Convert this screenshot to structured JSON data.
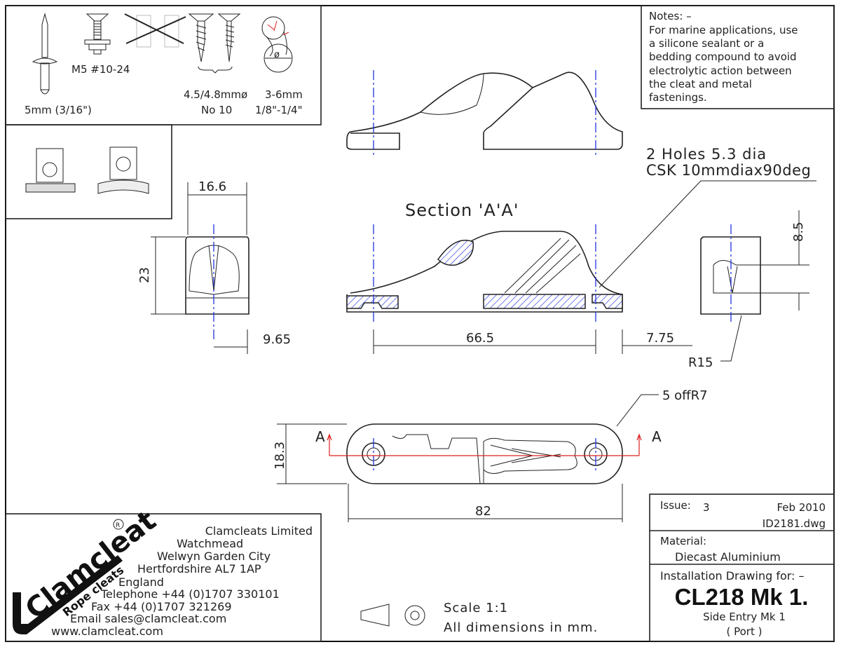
{
  "fasteners": {
    "rivet": "5mm (3/16\")",
    "machine_screw": "M5 #10-24",
    "self_tapping_line1": "4.5/4.8mmø",
    "self_tapping_line2": "No 10",
    "rope_line1": "3-6mm",
    "rope_line2": "1/8\"-1/4\"",
    "diameter_symbol": "ø"
  },
  "notes": {
    "title": "Notes: –",
    "lines": [
      "For marine applications, use",
      "a silicone sealant or a",
      "bedding compound to avoid",
      "electrolytic action between",
      "the cleat and metal",
      "fastenings."
    ]
  },
  "dimensions": {
    "width_end": "16.6",
    "height_end": "23",
    "offset_left": "9.65",
    "hole_spacing": "66.5",
    "offset_right": "7.75",
    "radius": "R15",
    "top_height": "8.5",
    "holes_line1": "2 Holes 5.3 dia",
    "holes_line2": "CSK 10mmdiax90deg",
    "section_label": "Section 'A'A'",
    "corner_radius": "5 offR7",
    "plan_width": "18.3",
    "overall_length": "82",
    "section_marker_left": "A",
    "section_marker_right": "A"
  },
  "scale": {
    "line1": "Scale 1:1",
    "line2": "All dimensions in mm."
  },
  "company": {
    "logo_text": "Clamcleat",
    "logo_sub": "Rope cleats",
    "logo_mark": "R",
    "lines": [
      "Clamcleats Limited",
      "Watchmead",
      "Welwyn Garden City",
      "Hertfordshire AL7 1AP",
      "England",
      "Telephone +44 (0)1707 330101",
      "Fax +44 (0)1707 321269",
      "Email sales@clamcleat.com",
      "www.clamcleat.com"
    ]
  },
  "title_block": {
    "issue_label": "Issue:",
    "issue": "3",
    "date": "Feb 2010",
    "file": "ID2181.dwg",
    "material_label": "Material:",
    "material": "Diecast Aluminium",
    "drawing_for": "Installation Drawing for: –",
    "part": "CL218 Mk 1.",
    "description": "Side Entry Mk 1",
    "side": "( Port )"
  },
  "colors": {
    "centerline": "#2233dd",
    "section_line": "#e02020",
    "ink": "#222222"
  }
}
